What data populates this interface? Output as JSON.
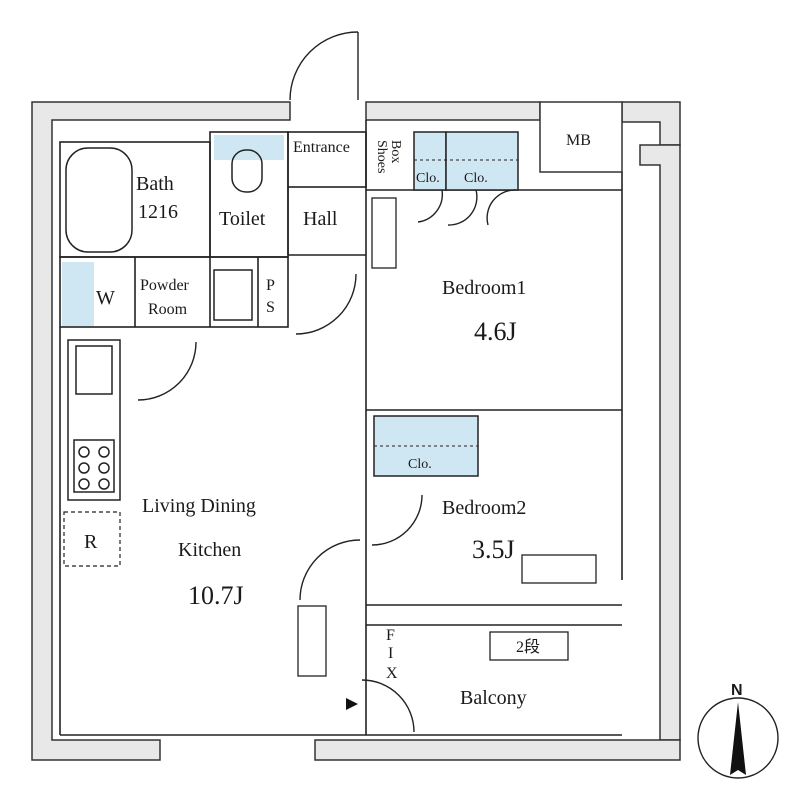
{
  "rooms": {
    "bath": {
      "name": "Bath",
      "size": "1216"
    },
    "toilet": "Toilet",
    "entrance": "Entrance",
    "shoes_box": [
      "Shoes",
      "Box"
    ],
    "hall": "Hall",
    "powder_room": [
      "Powder",
      "Room"
    ],
    "washer": "W",
    "ps": [
      "P",
      "S"
    ],
    "mb": "MB",
    "closet": "Clo.",
    "bedroom1": {
      "name": "Bedroom1",
      "size": "4.6J"
    },
    "bedroom2": {
      "name": "Bedroom2",
      "size": "3.5J"
    },
    "ldk": {
      "line1": "Living Dining",
      "line2": "Kitchen",
      "size": "10.7J"
    },
    "refrigerator": "R",
    "fix": [
      "F",
      "I",
      "X"
    ],
    "step": "2段",
    "balcony": "Balcony"
  },
  "compass": {
    "label": "N"
  },
  "colors": {
    "wall": "#e8e8e8",
    "line": "#222222",
    "closet_fill": "#cfe7f3"
  }
}
